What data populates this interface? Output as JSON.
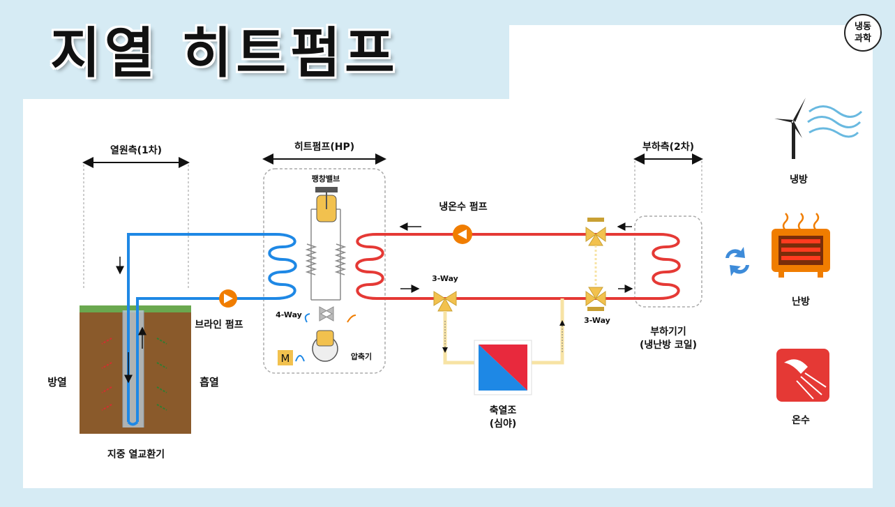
{
  "title": "지열 히트펌프",
  "logo": {
    "line1": "냉동",
    "line2": "과학"
  },
  "sections": {
    "source_side": "열원측(1차)",
    "heat_pump": "히트펌프(HP)",
    "load_side": "부하측(2차)"
  },
  "components": {
    "expansion_valve": "팽창밸브",
    "four_way": "4-Way",
    "compressor": "압축기",
    "brine_pump": "브라인 펌프",
    "chiller_pump": "냉온수 펌프",
    "three_way_left": "3-Way",
    "three_way_right": "3-Way",
    "storage_tank": "축열조",
    "storage_tank_sub": "(심야)",
    "load_unit": "부하기기",
    "load_unit_sub": "(냉난방 코일)",
    "ground_hx": "지중 열교환기",
    "heat_release": "방열",
    "heat_absorb": "흡열",
    "motor": "M"
  },
  "modes": {
    "cooling": "냉방",
    "heating": "난방",
    "hot_water": "온수"
  },
  "colors": {
    "cold_line": "#1e88e5",
    "hot_line": "#e53935",
    "pump": "#f07d00",
    "valve": "#f2c14e",
    "background": "#d6ebf4"
  }
}
